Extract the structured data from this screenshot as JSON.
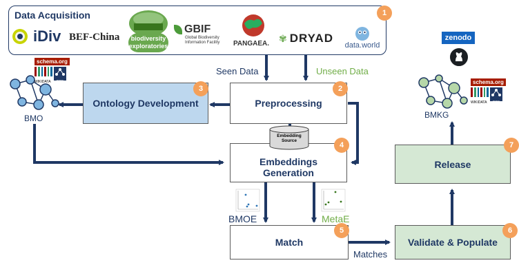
{
  "data_acquisition": {
    "title": "Data Acquisition",
    "badge": "1",
    "sources": {
      "idiv": "iDiv",
      "bef_china": "BEF-China",
      "biodiversity_exploratories": [
        "biodiversity",
        "exploratories"
      ],
      "gbif": "GBIF",
      "gbif_sub": [
        "Global Biodiversity",
        "Information Facility"
      ],
      "pangaea": "PANGAEA.",
      "dryad": "DRYAD",
      "dataworld": "data.world"
    }
  },
  "flow_labels": {
    "seen_data": "Seen Data",
    "unseen_data": "Unseen Data",
    "matches": "Matches"
  },
  "boxes": {
    "ontology": {
      "label": "Ontology Development",
      "badge": "3"
    },
    "preprocessing": {
      "label": "Preprocessing",
      "badge": "2"
    },
    "embeddings": {
      "label_line1": "Embeddings",
      "label_line2": "Generation",
      "badge": "4"
    },
    "embedding_source": {
      "line1": "Embedding",
      "line2": "Source"
    },
    "match": {
      "label": "Match",
      "badge": "5"
    },
    "validate": {
      "label": "Validate & Populate",
      "badge": "6"
    },
    "release": {
      "label": "Release",
      "badge": "7"
    }
  },
  "graphs": {
    "bmo": "BMO",
    "bmkg": "BMKG",
    "bmoe": "BMOE",
    "metae": "MetaE"
  },
  "standards": {
    "schema_org": "schema.org",
    "wikidata": "WIKIDATA",
    "rdf": "RDF",
    "zenodo": "zenodo"
  },
  "colors": {
    "navy": "#1f3864",
    "ontology_fill": "#bdd7ee",
    "green_fill": "#d5e8d4",
    "green_text": "#70ad47",
    "badge": "#f4a05a"
  }
}
